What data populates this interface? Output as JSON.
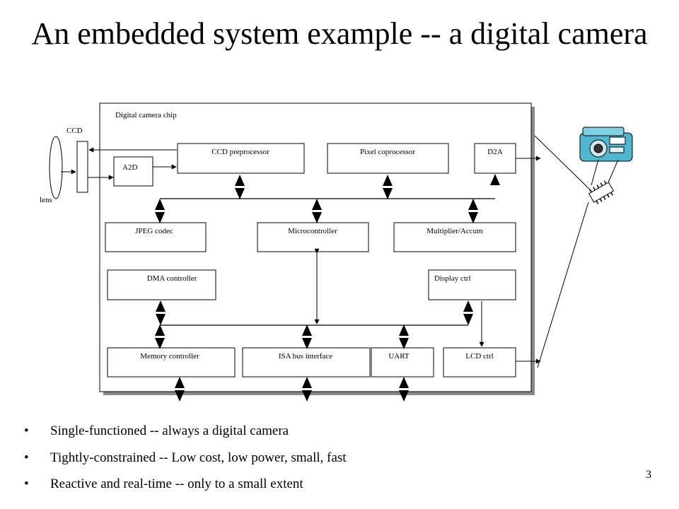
{
  "slide": {
    "title": "An embedded system example -- a digital camera",
    "page_number": "3"
  },
  "diagram": {
    "chip_label": "Digital camera chip",
    "ccd_label": "CCD",
    "lens_label": "lens",
    "blocks": {
      "a2d": "A2D",
      "ccd_preprocessor": "CCD preprocessor",
      "pixel_coprocessor": "Pixel coprocessor",
      "d2a": "D2A",
      "jpeg_codec": "JPEG codec",
      "microcontroller": "Microcontroller",
      "multiplier": "Multiplier/Accum",
      "dma_controller": "DMA controller",
      "display_ctrl": "Display ctrl",
      "memory_controller": "Memory controller",
      "isa_bus_interface": "ISA bus interface",
      "uart": "UART",
      "lcd_ctrl": "LCD ctrl"
    },
    "icons": [
      "camera-icon",
      "chip-icon"
    ]
  },
  "bullets": [
    "Single-functioned -- always a digital camera",
    "Tightly-constrained -- Low cost, low power, small, fast",
    "Reactive and real-time -- only to a small extent"
  ]
}
